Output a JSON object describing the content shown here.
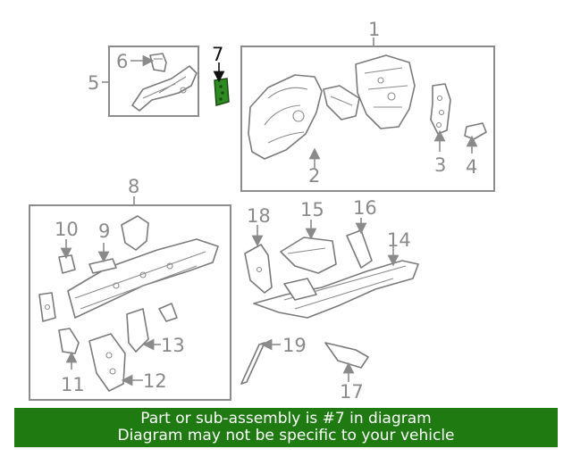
{
  "callouts": {
    "c1": "1",
    "c2": "2",
    "c3": "3",
    "c4": "4",
    "c5": "5",
    "c6": "6",
    "c7": "7",
    "c8": "8",
    "c9": "9",
    "c10": "10",
    "c11": "11",
    "c12": "12",
    "c13": "13",
    "c14": "14",
    "c15": "15",
    "c16": "16",
    "c17": "17",
    "c18": "18",
    "c19": "19"
  },
  "highlighted_part": "7",
  "colors": {
    "highlight_part": "#2e8b22",
    "banner_bg": "#1f7a12",
    "banner_text": "#ffffff",
    "line_art": "#7a7a7a"
  },
  "banner": {
    "line1": "Part or sub-assembly is #7 in diagram",
    "line2": "Diagram may not be specific to your vehicle"
  }
}
